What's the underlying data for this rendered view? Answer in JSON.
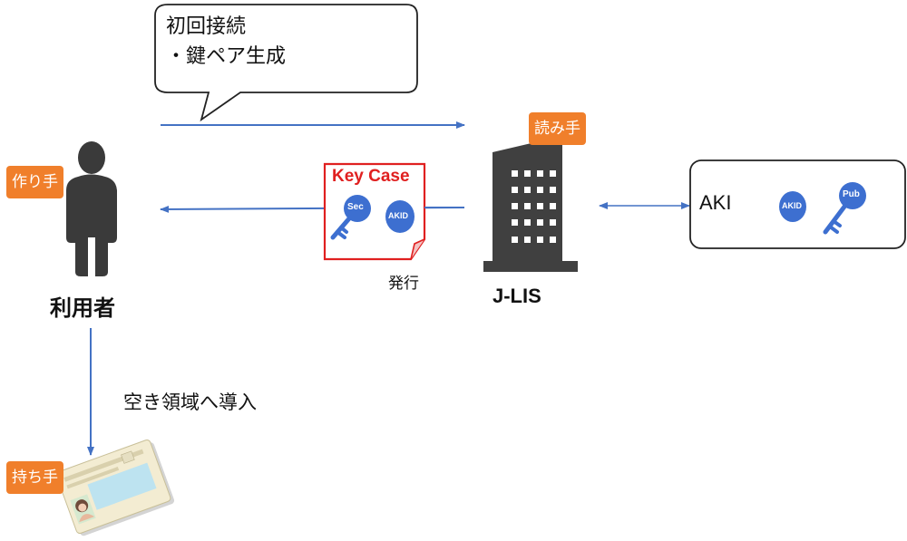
{
  "callout": {
    "line1": "初回接続",
    "line2": "・鍵ペア生成"
  },
  "user": {
    "label": "利用者",
    "role_tag": "作り手"
  },
  "jlis": {
    "label": "J-LIS",
    "role_tag": "読み手"
  },
  "keycase": {
    "title": "Key Case",
    "sec_label": "Sec",
    "akid_label": "AKID",
    "issue_label": "発行"
  },
  "aki_box": {
    "title": "AKI",
    "akid_label": "AKID",
    "pub_label": "Pub"
  },
  "card": {
    "role_tag": "持ち手",
    "step_label": "空き領域へ導入"
  },
  "colors": {
    "arrow": "#4472c4",
    "tag": "#f07f2b",
    "keycase_border": "#e02020",
    "key_blue": "#3d6fd0",
    "figure": "#3a3a3a",
    "building": "#404040"
  },
  "icons": [
    "person-icon",
    "building-icon",
    "sec-key-icon",
    "akid-badge-icon",
    "pub-key-icon",
    "id-card-icon"
  ]
}
